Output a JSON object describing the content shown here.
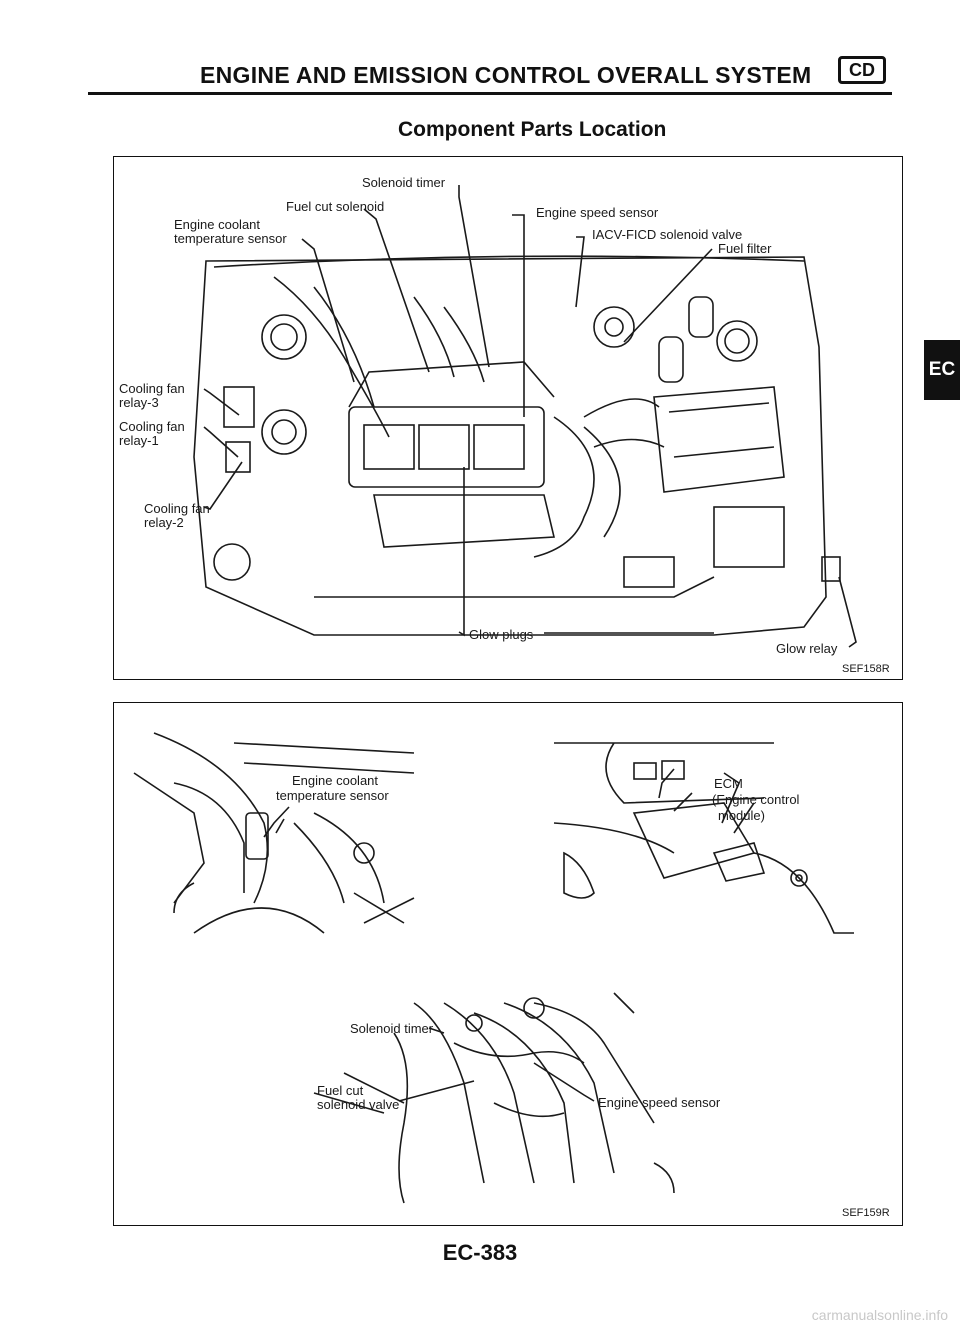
{
  "header": {
    "title": "ENGINE AND EMISSION CONTROL OVERALL SYSTEM",
    "badge": "CD"
  },
  "section_title": "Component Parts Location",
  "side_tab": "EC",
  "figure1": {
    "labels": {
      "solenoid_timer": "Solenoid timer",
      "fuel_cut_solenoid": "Fuel cut solenoid",
      "engine_coolant_temp_sensor_line1": "Engine coolant",
      "engine_coolant_temp_sensor_line2": "temperature sensor",
      "engine_speed_sensor": "Engine speed sensor",
      "iacv_ficd_solenoid_valve": "IACV-FICD solenoid valve",
      "fuel_filter": "Fuel filter",
      "cooling_fan_relay3_line1": "Cooling fan",
      "cooling_fan_relay3_line2": "relay-3",
      "cooling_fan_relay1_line1": "Cooling fan",
      "cooling_fan_relay1_line2": "relay-1",
      "cooling_fan_relay2_line1": "Cooling fan",
      "cooling_fan_relay2_line2": "relay-2",
      "glow_plugs": "Glow plugs",
      "glow_relay": "Glow relay"
    },
    "ref_code": "SEF158R"
  },
  "figure2": {
    "labels": {
      "engine_coolant_line1": "Engine coolant",
      "engine_coolant_line2": "temperature sensor",
      "ecm_line1": "ECM",
      "ecm_line2": "(Engine control",
      "ecm_line3": "module)",
      "solenoid_timer": "Solenoid timer",
      "fuel_cut_line1": "Fuel cut",
      "fuel_cut_line2": "solenoid valve",
      "engine_speed_sensor": "Engine speed sensor"
    },
    "ref_code": "SEF159R"
  },
  "page_number": "EC-383",
  "watermark": "carmanualsonline.info"
}
